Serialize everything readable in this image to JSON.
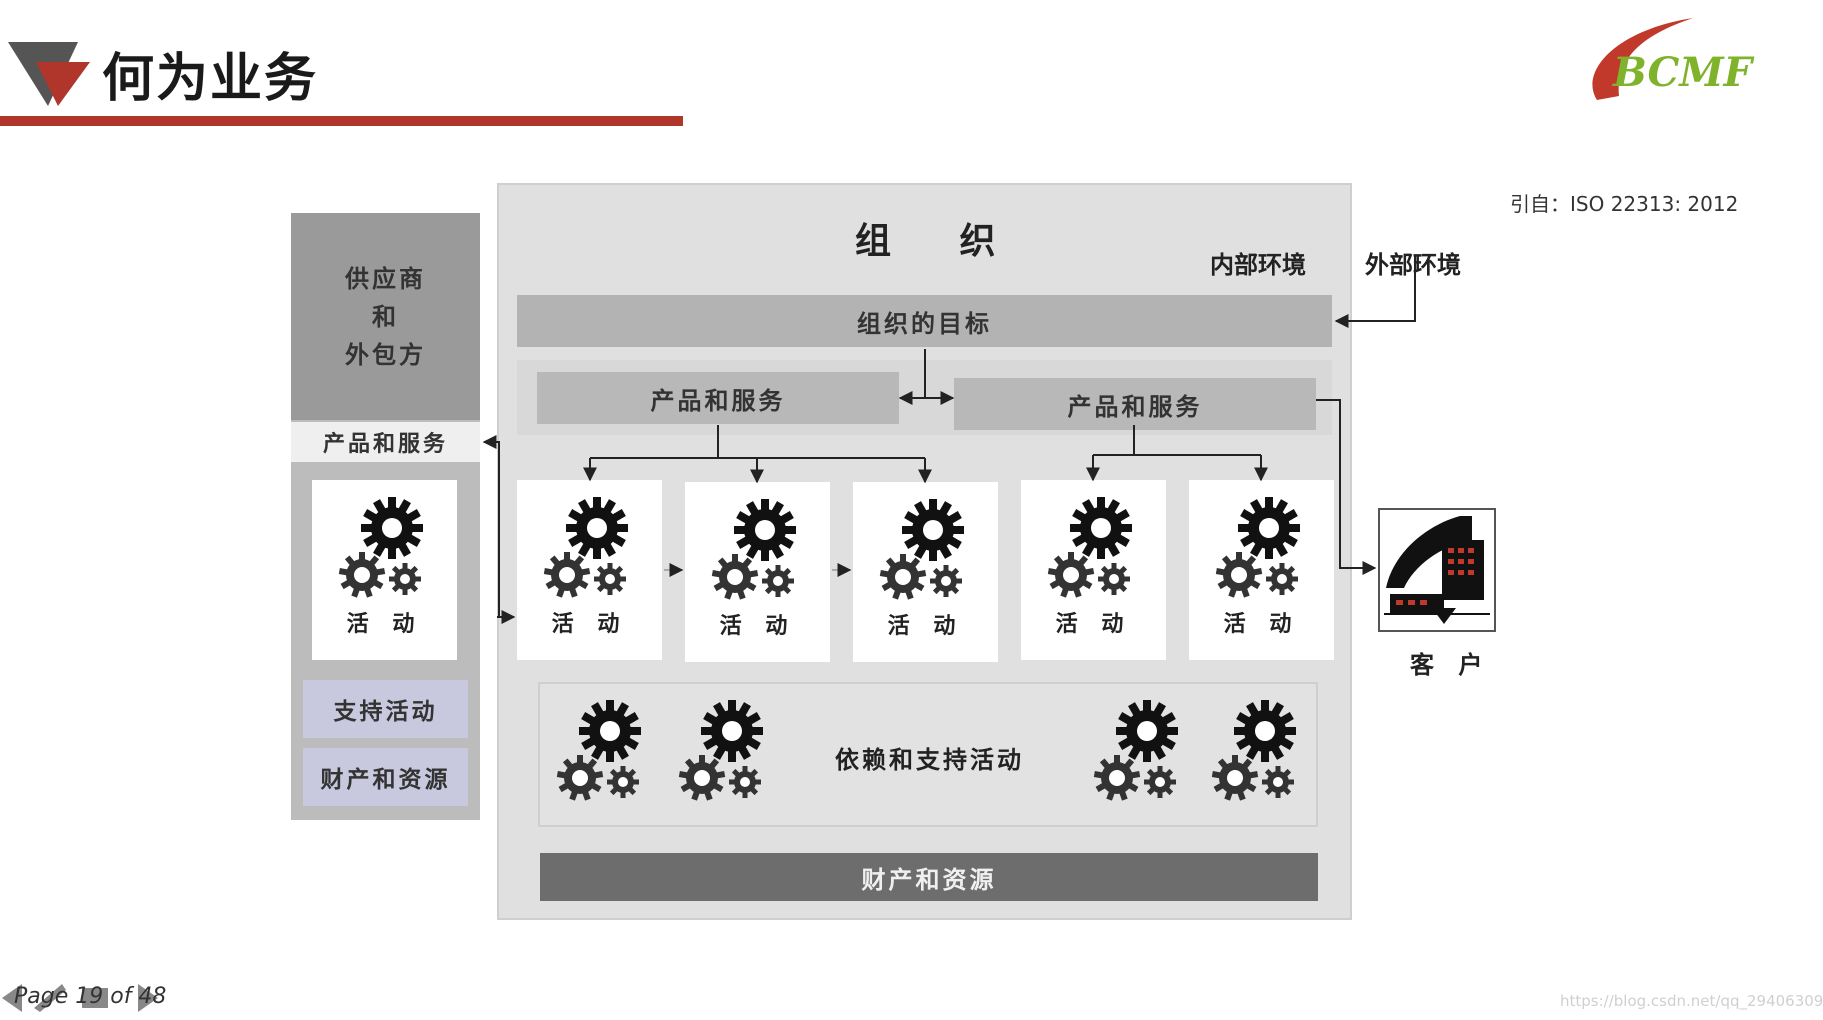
{
  "header": {
    "title": "何为业务",
    "logo_text": "BCMF",
    "citation": "引自：ISO 22313: 2012"
  },
  "diagram": {
    "organization_title": "组 织",
    "internal_env": "内部环境",
    "external_env": "外部环境",
    "goal": "组织的目标",
    "ps_left": "产品和服务",
    "ps_right": "产品和服务",
    "activities": [
      "活 动",
      "活 动",
      "活 动",
      "活 动",
      "活 动"
    ],
    "dependencies": "依赖和支持活动",
    "assets": "财产和资源",
    "supplier": {
      "lines": [
        "供应商",
        "和",
        "外包方"
      ],
      "products": "产品和服务",
      "activity": "活 动",
      "support": "支持活动",
      "assets": "财产和资源"
    },
    "customer": "客 户"
  },
  "footer": {
    "page": "Page 19 of 48"
  },
  "watermark": "https://blog.csdn.net/qq_29406309",
  "colors": {
    "accent_red": "#b0352a",
    "logo_red": "#c0392b",
    "logo_green": "#7fb32b"
  }
}
